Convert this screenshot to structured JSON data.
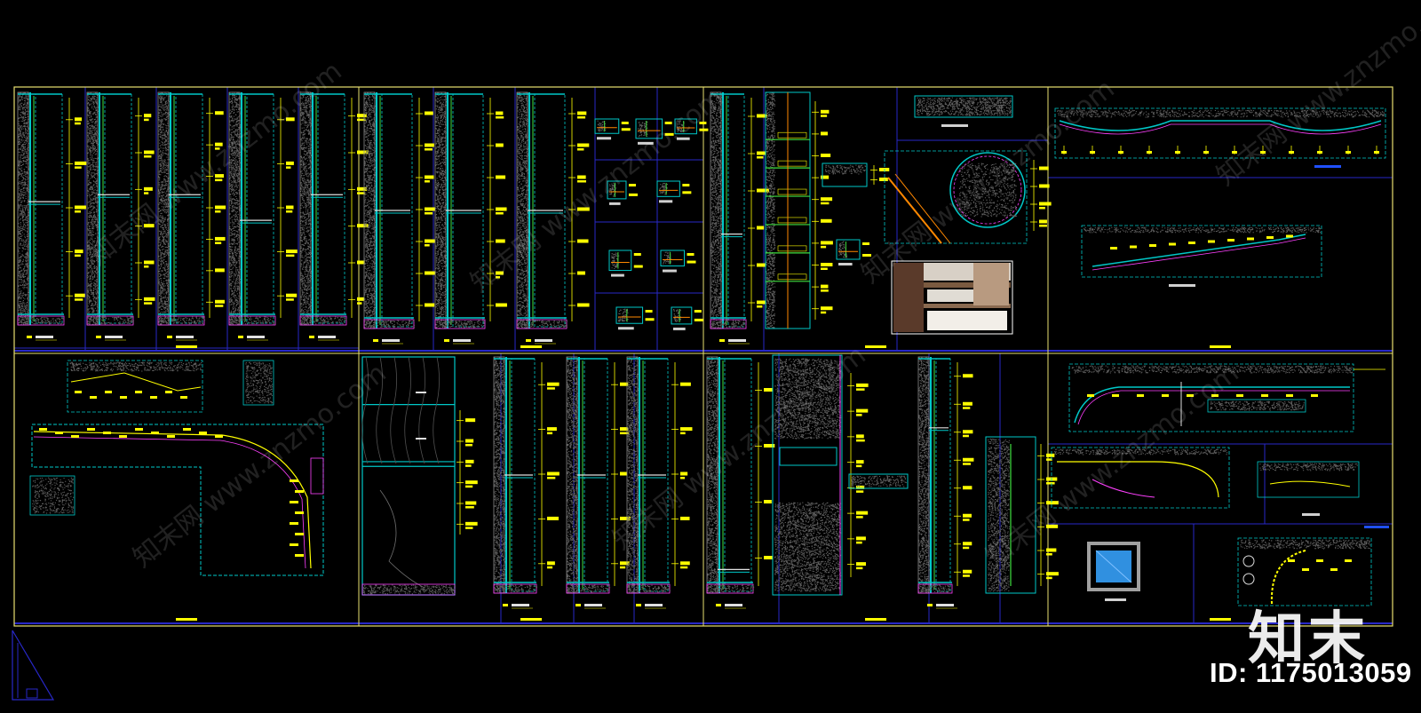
{
  "watermark": {
    "logo_text": "知末",
    "site_text": "知末网 www.znzmo.com",
    "id_text": "ID: 1175013059"
  },
  "colors": {
    "background": "#000000",
    "frame": "#e8e070",
    "wall": "#00c8c8",
    "dim": "#ffff00",
    "grid": "#2828c8",
    "accent": "#ff40ff",
    "hatch": "#606060",
    "green": "#40e040",
    "orange": "#ff8800"
  },
  "sheets": [
    {
      "id": "sheet-1",
      "type": "wall-section-set"
    },
    {
      "id": "sheet-2",
      "type": "wall-section-and-detail-set"
    },
    {
      "id": "sheet-3",
      "type": "section-detail-photo-set"
    },
    {
      "id": "sheet-4",
      "type": "ceiling-section-set"
    },
    {
      "id": "sheet-5",
      "type": "plan-detail-set"
    },
    {
      "id": "sheet-6",
      "type": "elevation-section-set"
    },
    {
      "id": "sheet-7",
      "type": "section-set"
    },
    {
      "id": "sheet-8",
      "type": "ceiling-detail-set"
    }
  ]
}
